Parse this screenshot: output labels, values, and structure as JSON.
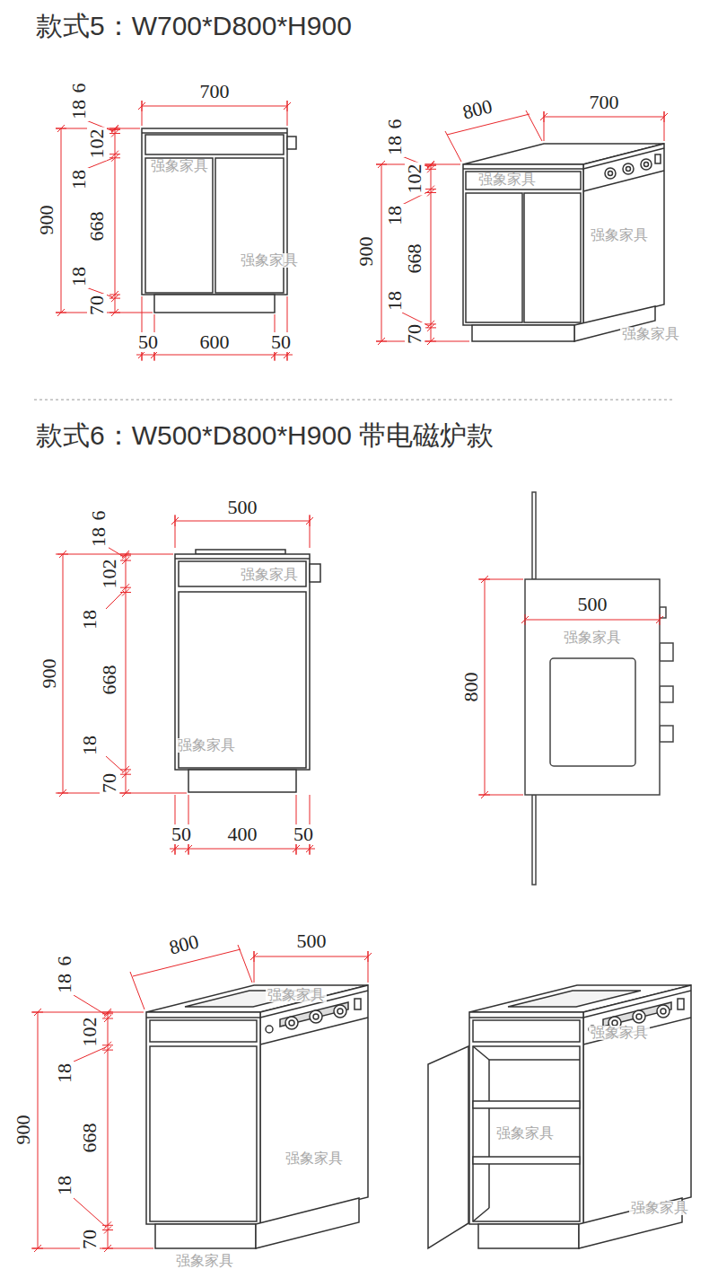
{
  "diagram": {
    "labels": [
      "款式5：W700*D800*H900",
      "18",
      "6",
      "102",
      "18",
      "668",
      "18",
      "70",
      "900",
      "700",
      "50",
      "600",
      "50",
      "强象家具",
      "强象家具",
      "800",
      "700",
      "18",
      "6",
      "102",
      "18",
      "668",
      "18",
      "70",
      "900",
      "强象家具",
      "强象家具",
      "强象家具",
      "款式6：W500*D800*H900  带电磁炉款",
      "18",
      "6",
      "102",
      "18",
      "668",
      "18",
      "70",
      "900",
      "500",
      "50",
      "400",
      "50",
      "强象家具",
      "强象家具",
      "500",
      "800",
      "强象家具",
      "800",
      "500",
      "18",
      "6",
      "102",
      "18",
      "668",
      "18",
      "70",
      "900",
      "强象家具",
      "强象家具",
      "强象家具",
      "强象家具",
      "强象家具",
      "强象家具"
    ]
  }
}
